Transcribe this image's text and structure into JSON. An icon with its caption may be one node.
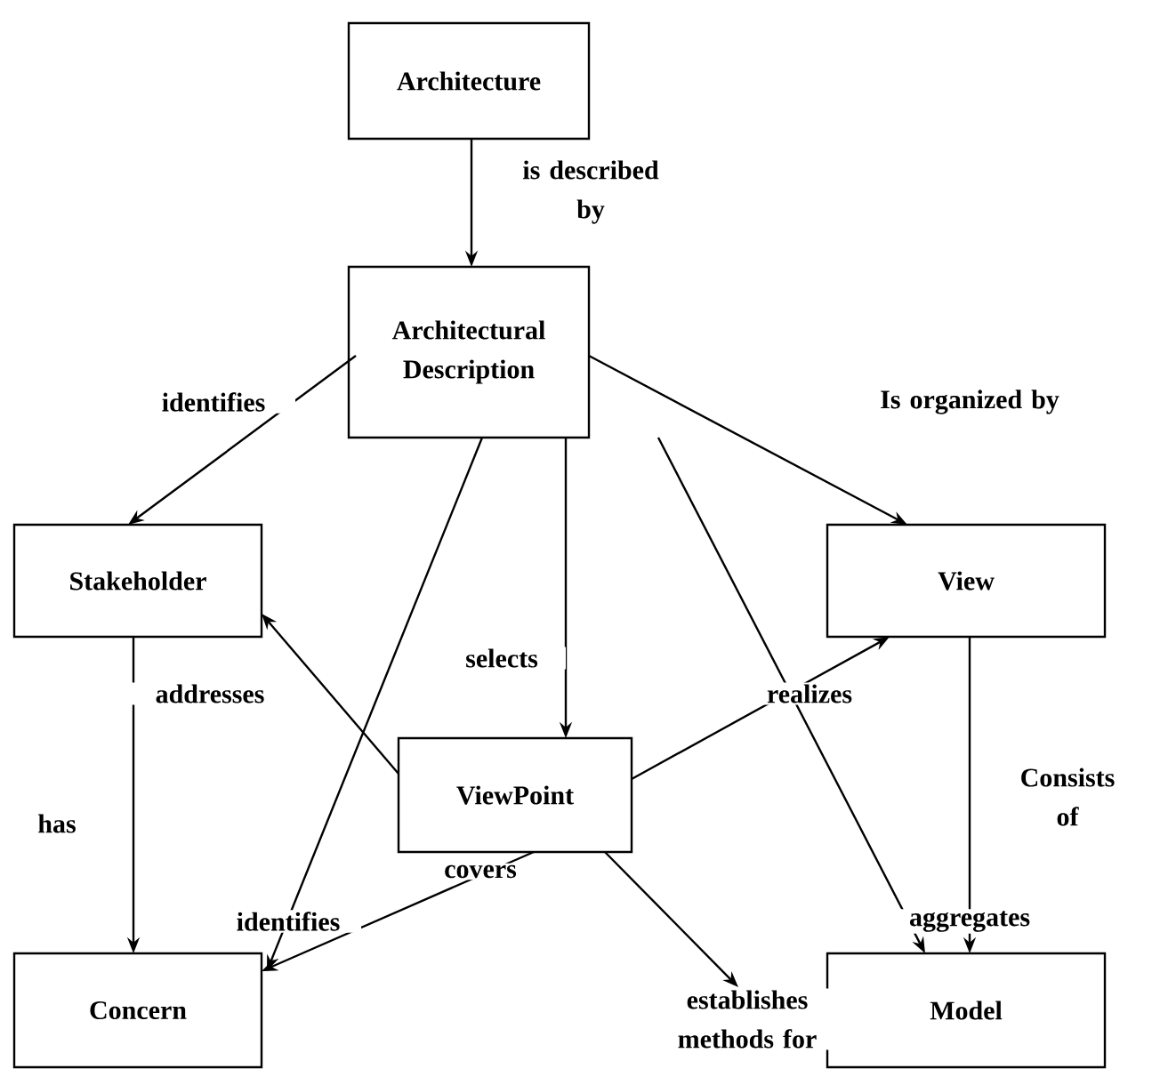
{
  "diagram": {
    "nodes": [
      {
        "text": [
          "Architecture"
        ]
      },
      {
        "text": [
          "Architectural Description"
        ]
      },
      {
        "text": [
          "Stakeholder"
        ]
      },
      {
        "text": [
          "View"
        ]
      },
      {
        "text": [
          "ViewPoint"
        ]
      },
      {
        "text": [
          "Concern"
        ]
      },
      {
        "text": [
          "Model"
        ]
      }
    ],
    "edges": [
      {
        "from": 0,
        "to": 1,
        "arrow": "to",
        "label": "is described by"
      },
      {
        "from": 1,
        "to": 2,
        "arrow": "to",
        "label": "identifies"
      },
      {
        "from": 1,
        "to": 3,
        "arrow": "to",
        "label": "Is organized by"
      },
      {
        "from": 1,
        "to": 4,
        "arrow": "to",
        "label": "selects"
      },
      {
        "from": 1,
        "to": 5,
        "arrow": "to",
        "label": "identifies"
      },
      {
        "from": 1,
        "to": 6,
        "arrow": "to",
        "label": "aggregates"
      },
      {
        "from": 4,
        "to": 2,
        "arrow": "to",
        "label": "addresses"
      },
      {
        "from": 4,
        "to": 3,
        "arrow": "to",
        "label": "realizes"
      },
      {
        "from": 4,
        "to": 5,
        "arrow": "to",
        "label": "covers"
      },
      {
        "from": 4,
        "to": 6,
        "arrow": "to",
        "label": "establishes methods for"
      },
      {
        "from": 2,
        "to": 5,
        "arrow": "to",
        "label": "has"
      },
      {
        "from": 3,
        "to": 6,
        "arrow": "to",
        "label": "Consists of"
      }
    ]
  }
}
